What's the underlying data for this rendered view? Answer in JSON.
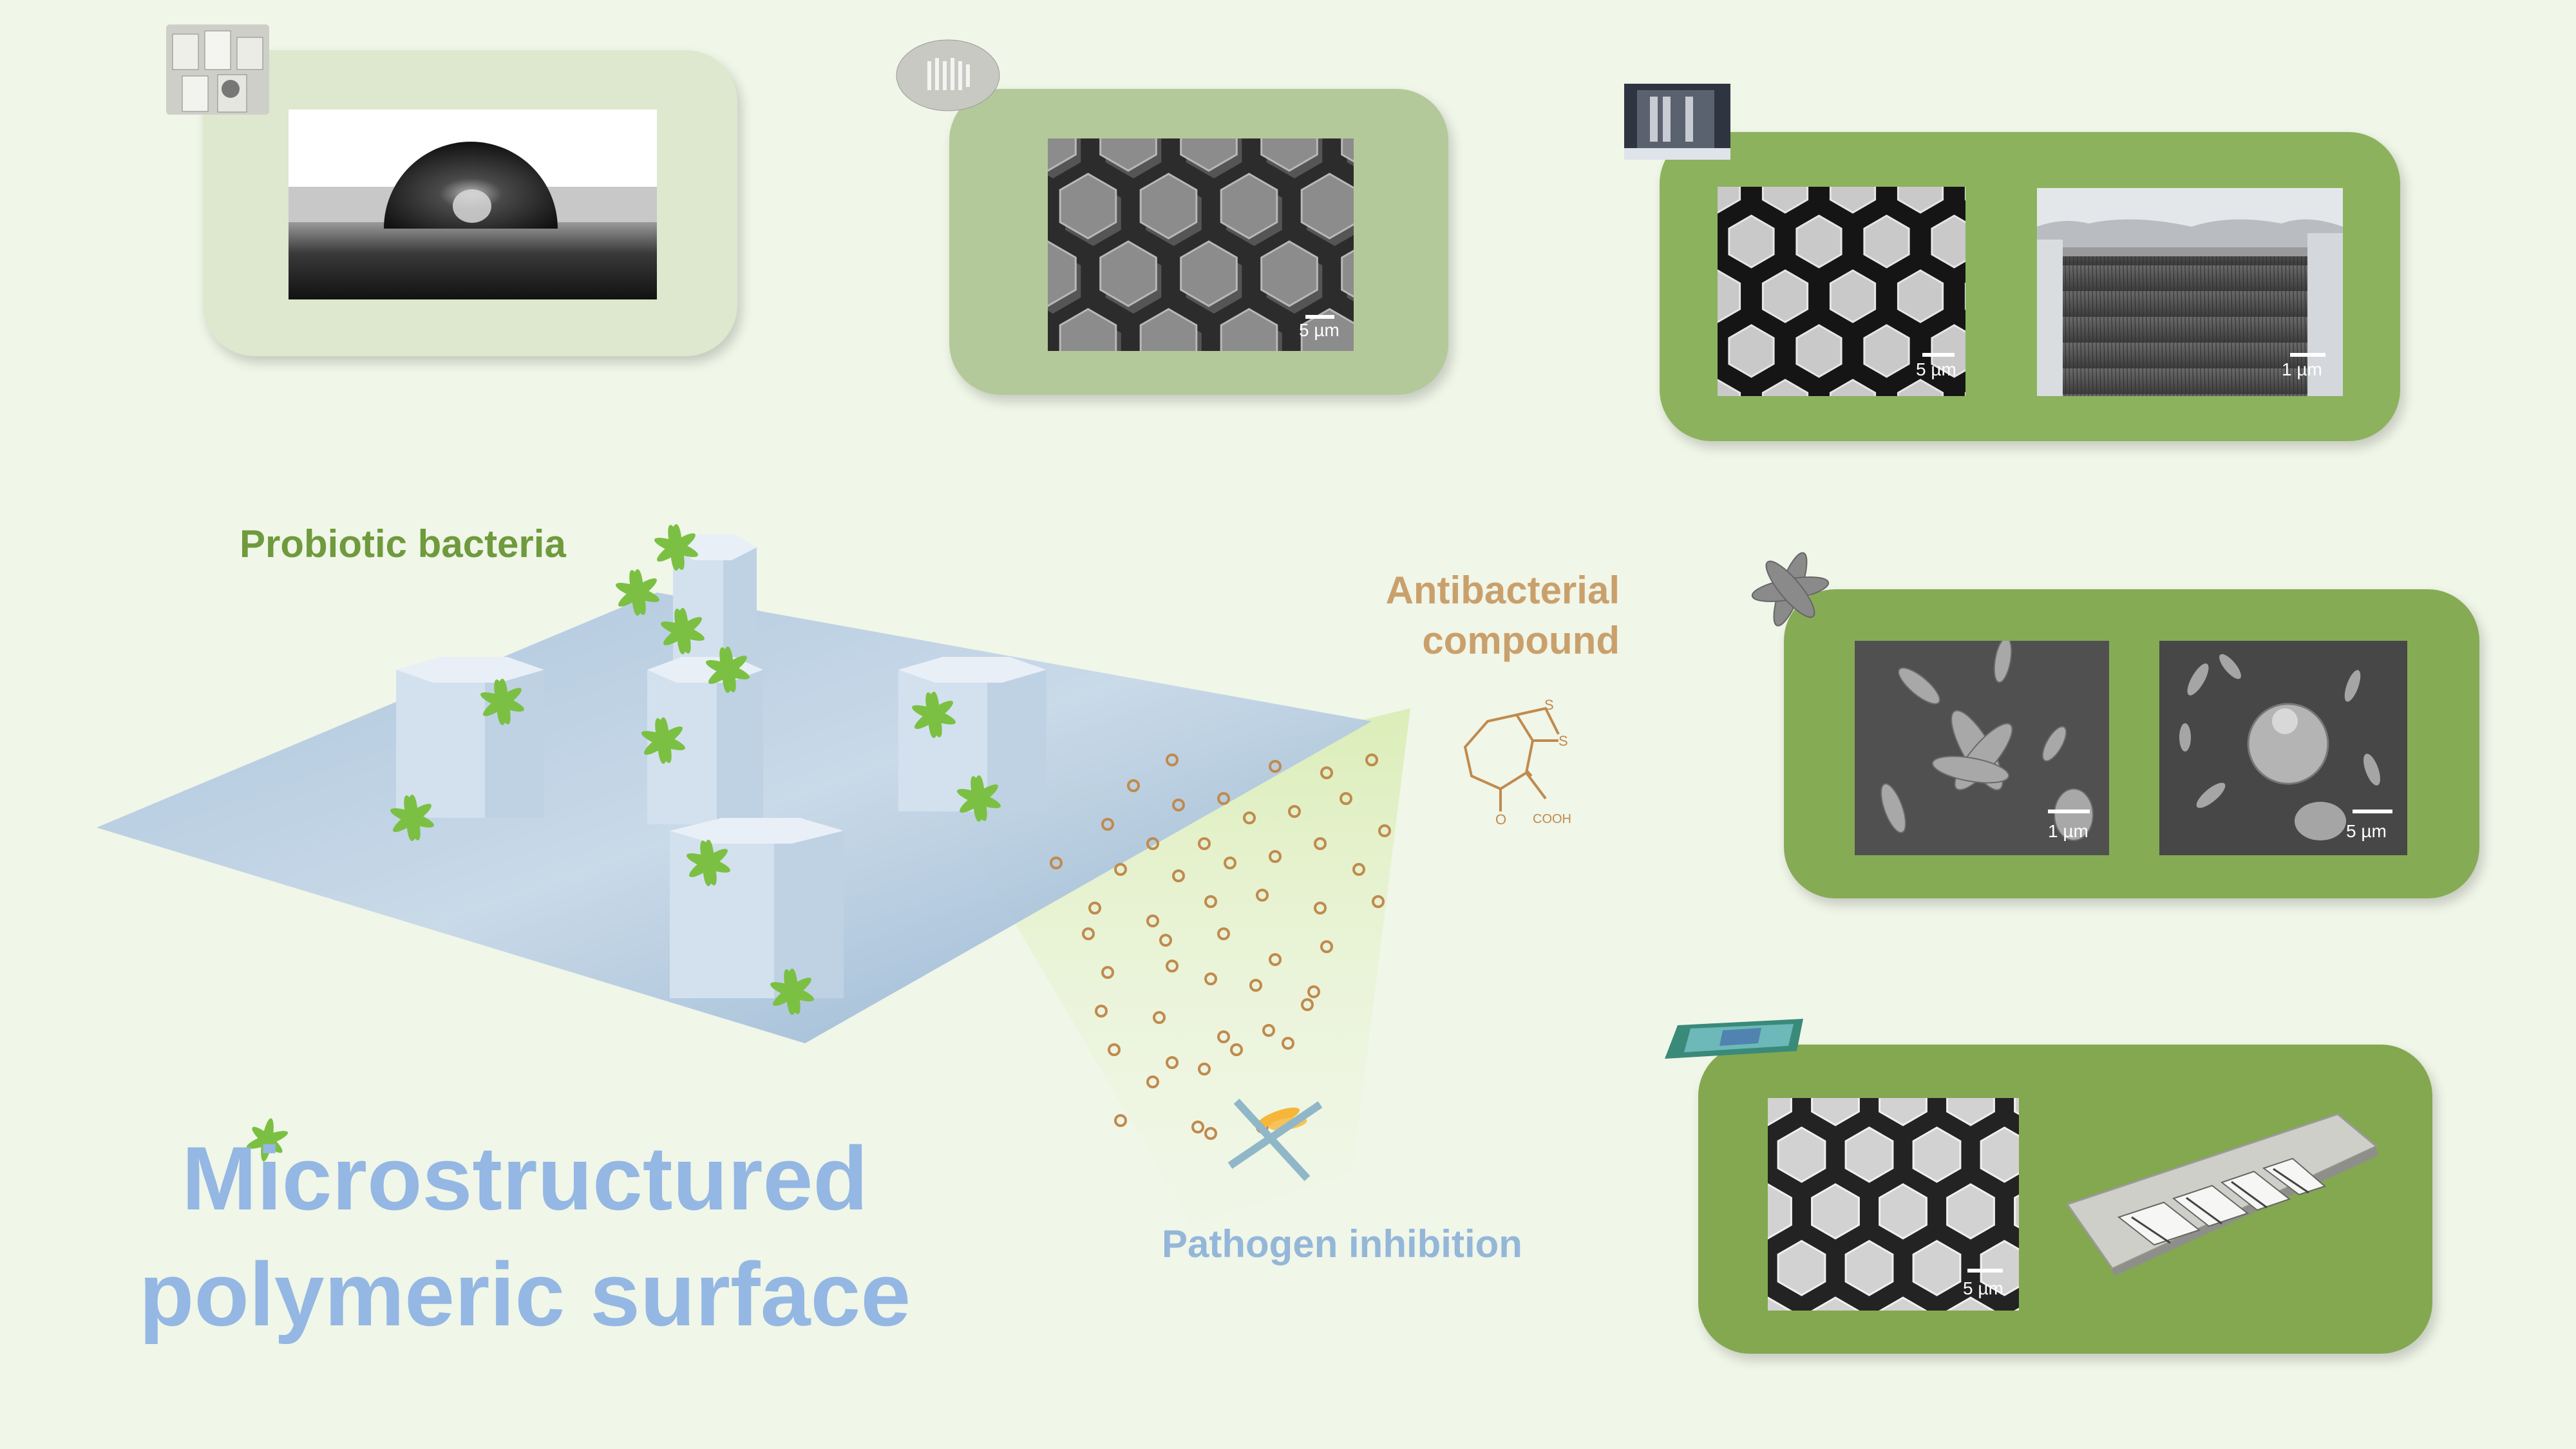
{
  "labels": {
    "probiotic": "Probiotic bacteria",
    "antibacterial_line1": "Antibacterial",
    "antibacterial_line2": "compound",
    "pathogen": "Pathogen inhibition",
    "title_line1": "Microstructured",
    "title_line2": "polymeric surface"
  },
  "compound": {
    "atom_s": "S",
    "atom_o": "O",
    "group": "COOH"
  },
  "scale_bars": {
    "panel2": "5 µm",
    "panel3a": "5 µm",
    "panel3b": "1 µm",
    "panel4a": "1 µm",
    "panel4b": "5 µm",
    "panel5": "5 µm"
  },
  "colors": {
    "background": "#f0f6e8",
    "card1": "#dde8cf",
    "card2": "#b4c99a",
    "card3": "#8db25e",
    "card4": "#86ab55",
    "card5": "#83a850",
    "bacteria": "#7bc043",
    "compound": "#c08a4e",
    "title": "#94b7e3"
  }
}
